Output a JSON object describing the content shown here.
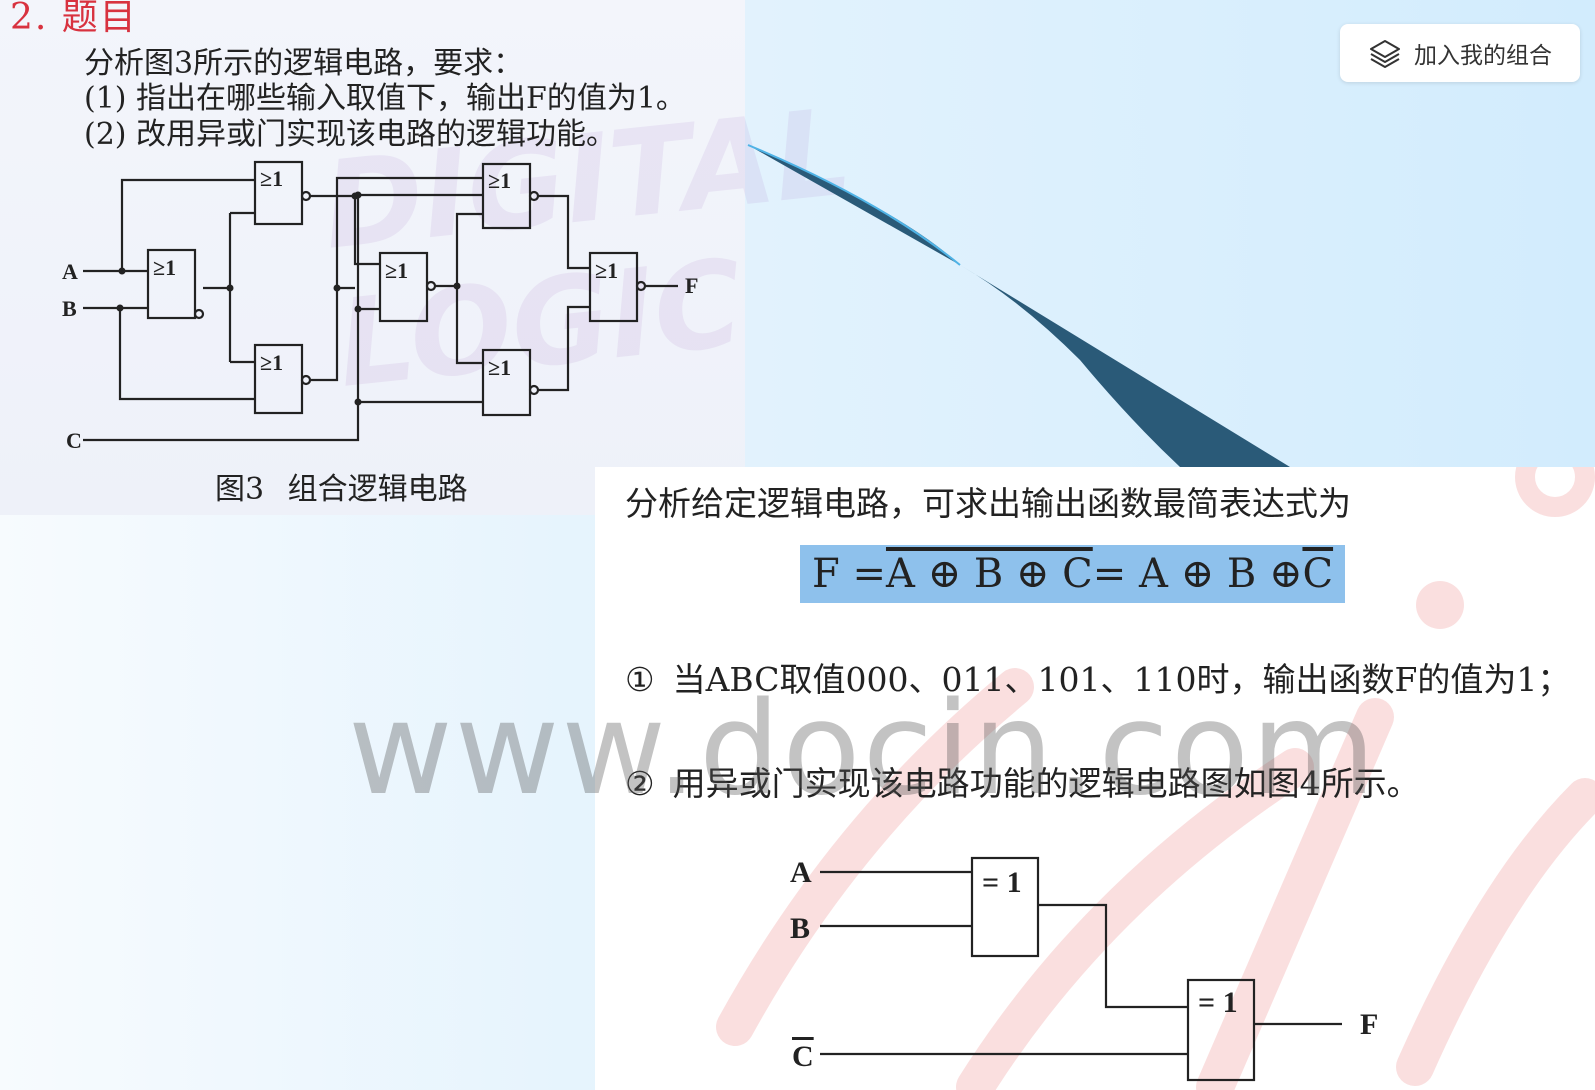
{
  "question": {
    "heading": "2. 题目",
    "intro": "分析图3所示的逻辑电路，要求：",
    "item1": "(1) 指出在哪些输入取值下，输出F的值为1。",
    "item2": "(2) 改用异或门实现该电路的逻辑功能。",
    "figure_caption": "图3 组合逻辑电路",
    "watermark": "DIGITAL LOGIC"
  },
  "circuit1": {
    "gate_label": "≥1",
    "inputs": [
      "A",
      "B",
      "C"
    ],
    "output": "F"
  },
  "toolbar": {
    "add_to_group_label": "加入我的组合",
    "icon": "layers-icon"
  },
  "answer": {
    "intro": "分析给定逻辑电路，可求出输出函数最简表达式为",
    "formula": {
      "lhs": "F = ",
      "over": "A ⊕ B ⊕ C",
      "mid": " = A ⊕ B ⊕ ",
      "c": "C"
    },
    "step1_mark": "①",
    "step1": "当ABC取值000、011、101、110时，输出函数F的值为1；",
    "step2_mark": "②",
    "step2": "用异或门实现该电路功能的逻辑电路图如图4所示。"
  },
  "circuit2": {
    "gate_label": "= 1",
    "inputs": [
      "A",
      "B",
      "C"
    ],
    "output": "F"
  },
  "site_watermark": "www.docin.com",
  "colors": {
    "heading": "#d8323f",
    "formula_highlight": "#8ec1ec",
    "stamp": "#e23a3a"
  }
}
